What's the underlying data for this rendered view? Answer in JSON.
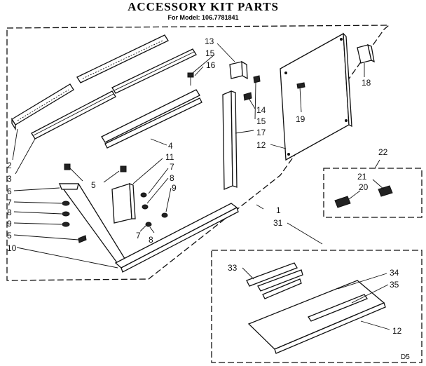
{
  "header": {
    "title": "ACCESSORY KIT PARTS",
    "subtitle": "For Model: 106.7781841"
  },
  "callouts": {
    "c13": "13",
    "c15a": "15",
    "c16": "16",
    "c18": "18",
    "c19": "19",
    "c14": "14",
    "c15b": "15",
    "c17": "17",
    "c12a": "12",
    "c4": "4",
    "c2": "2",
    "c3": "3",
    "c22": "22",
    "c21": "21",
    "c20": "20",
    "c11": "11",
    "c7a": "7",
    "c8a": "8",
    "c9a": "9",
    "c5a": "5",
    "c6": "6",
    "c7b": "7",
    "c8b": "8",
    "c9b": "9",
    "c5b": "5",
    "c10": "10",
    "c7c": "7",
    "c8c": "8",
    "c1": "1",
    "c31": "31",
    "c33": "33",
    "c34": "34",
    "c35": "35",
    "c12b": "12"
  },
  "diagram_code": "D5"
}
